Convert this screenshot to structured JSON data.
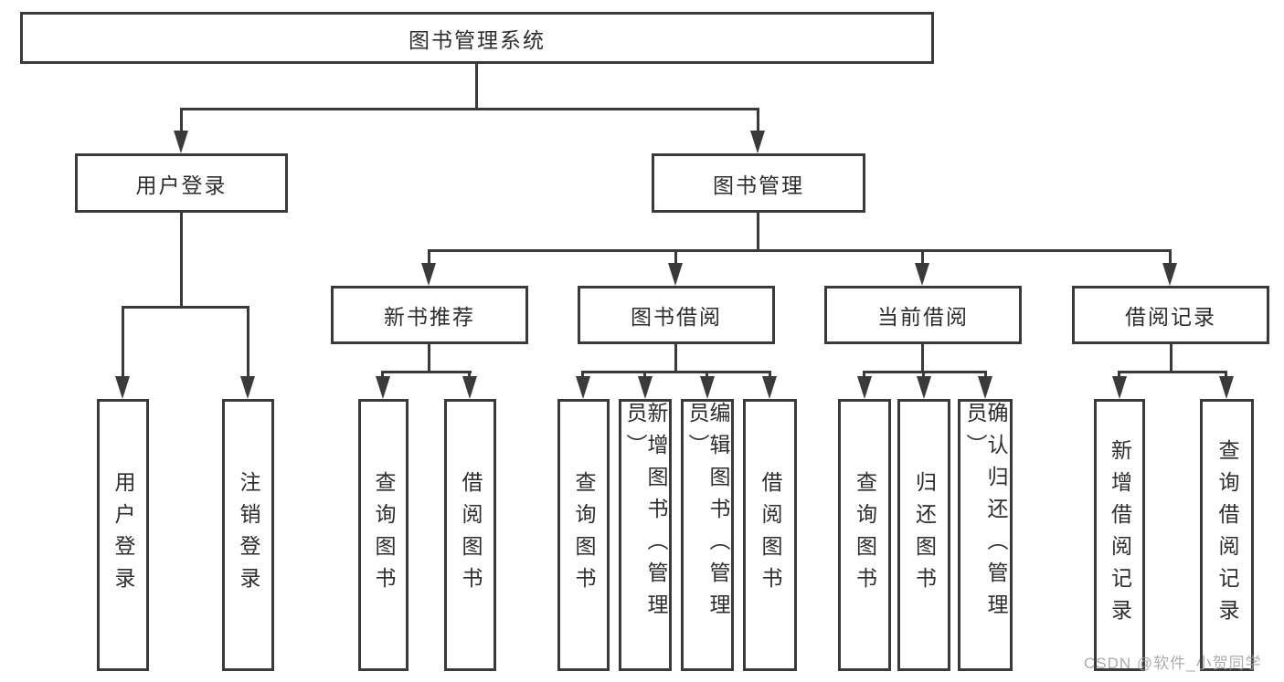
{
  "diagram": {
    "tree": {
      "root": {
        "label": "图书管理系统"
      },
      "children": [
        {
          "label": "用户登录",
          "children": [
            {
              "label": "用户登录"
            },
            {
              "label": "注销登录"
            }
          ]
        },
        {
          "label": "图书管理",
          "children": [
            {
              "label": "新书推荐",
              "children": [
                {
                  "label": "查询图书"
                },
                {
                  "label": "借阅图书"
                }
              ]
            },
            {
              "label": "图书借阅",
              "children": [
                {
                  "label": "查询图书"
                },
                {
                  "label": "新增图书（管理员）"
                },
                {
                  "label": "编辑图书（管理员）"
                },
                {
                  "label": "借阅图书"
                }
              ]
            },
            {
              "label": "当前借阅",
              "children": [
                {
                  "label": "查询图书"
                },
                {
                  "label": "归还图书"
                },
                {
                  "label": "确认归还（管理员）"
                }
              ]
            },
            {
              "label": "借阅记录",
              "children": [
                {
                  "label": "新增借阅记录"
                },
                {
                  "label": "查询借阅记录"
                }
              ]
            }
          ]
        }
      ]
    },
    "colors": {
      "line": "#3a3a3a",
      "text": "#2d2d2d",
      "box_background": "#ffffff",
      "page_background": "#ffffff",
      "watermark": "#9e9e9e"
    }
  },
  "watermark": {
    "text": "CSDN @软件_小贺同学"
  }
}
